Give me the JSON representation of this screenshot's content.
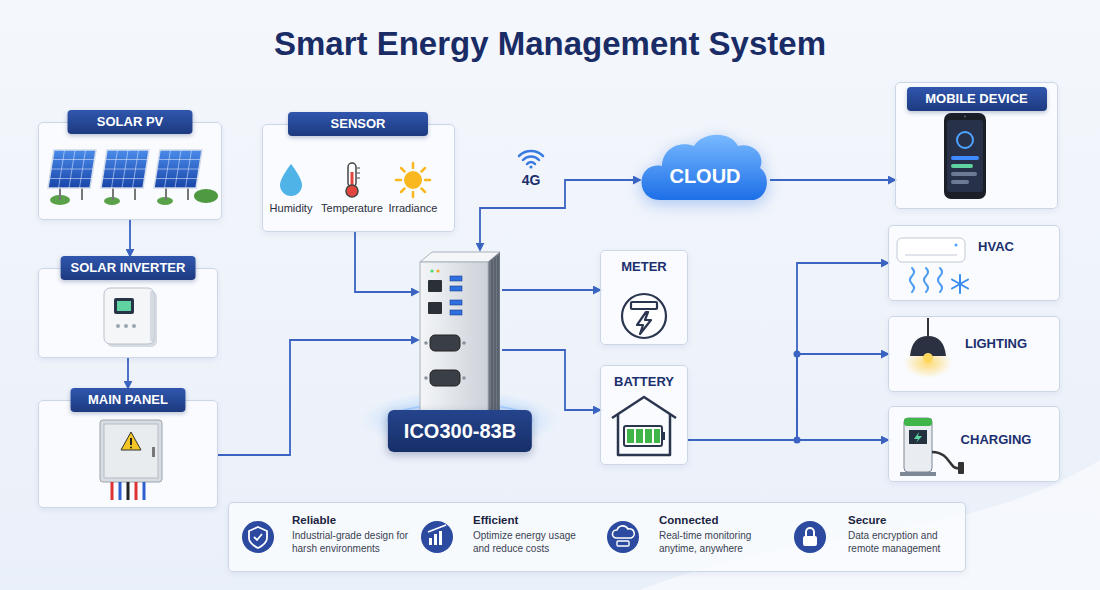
{
  "diagram": {
    "title": "Smart Energy Management System",
    "nodes": [
      {
        "text": [
          "SOLAR PV"
        ]
      },
      {
        "text": [
          "SOLAR INVERTER"
        ]
      },
      {
        "text": [
          "MAIN PANEL"
        ]
      },
      {
        "text": [
          "SENSOR",
          "Humidity",
          "Temperature",
          "Irradiance"
        ]
      },
      {
        "text": [
          "ICO300-83B"
        ]
      },
      {
        "text": [
          "CLOUD"
        ]
      },
      {
        "text": [
          "MOBILE DEVICE"
        ]
      },
      {
        "text": [
          "METER"
        ]
      },
      {
        "text": [
          "BATTERY"
        ]
      },
      {
        "text": [
          "HVAC"
        ]
      },
      {
        "text": [
          "LIGHTING"
        ]
      },
      {
        "text": [
          "CHARGING"
        ]
      },
      {
        "text": [
          "Reliable",
          "Industrial-grade design for harsh environments",
          "Efficient",
          "Optimize energy usage and reduce costs",
          "Connected",
          "Real-time monitoring anytime, anywhere",
          "Secure",
          "Data encryption and remote management"
        ]
      }
    ],
    "edges": [
      {
        "from": 0,
        "to": 1,
        "arrow": "to"
      },
      {
        "from": 1,
        "to": 2,
        "arrow": "to"
      },
      {
        "from": 2,
        "to": 4,
        "arrow": "to"
      },
      {
        "from": 3,
        "to": 4,
        "arrow": "to"
      },
      {
        "from": 4,
        "to": 5,
        "arrow": "both"
      },
      {
        "from": 5,
        "to": 6,
        "arrow": "to"
      },
      {
        "from": 4,
        "to": 7,
        "arrow": "to"
      },
      {
        "from": 4,
        "to": 8,
        "arrow": "to"
      },
      {
        "from": 8,
        "to": 9,
        "arrow": "to"
      },
      {
        "from": 8,
        "to": 10,
        "arrow": "to"
      },
      {
        "from": 8,
        "to": 11,
        "arrow": "to"
      }
    ],
    "labels": [
      "4G"
    ]
  }
}
